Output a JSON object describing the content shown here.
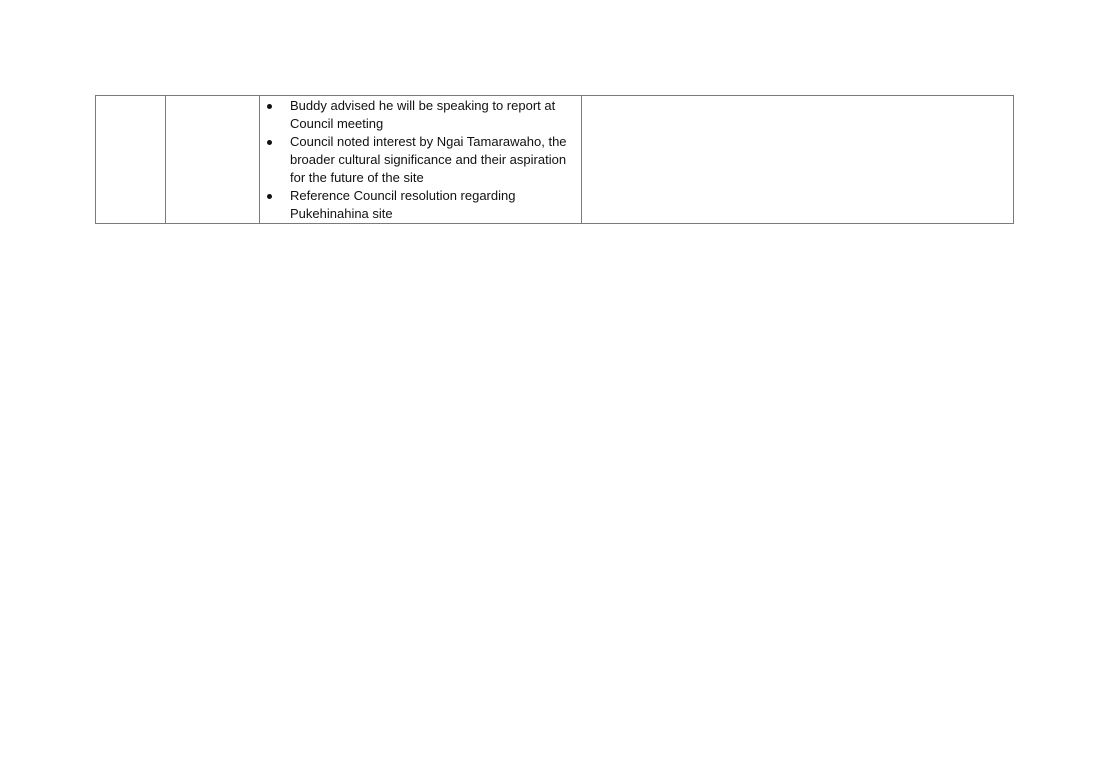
{
  "document": {
    "table": {
      "rows": [
        {
          "cells": [
            "",
            "",
            "",
            ""
          ],
          "bullets": [
            "Buddy advised he will be speaking to report at Council meeting",
            "Council noted interest by Ngai Tamarawaho, the broader cultural significance and their aspiration for the future of the site",
            "Reference Council resolution regarding Pukehinahina site"
          ]
        }
      ]
    }
  }
}
